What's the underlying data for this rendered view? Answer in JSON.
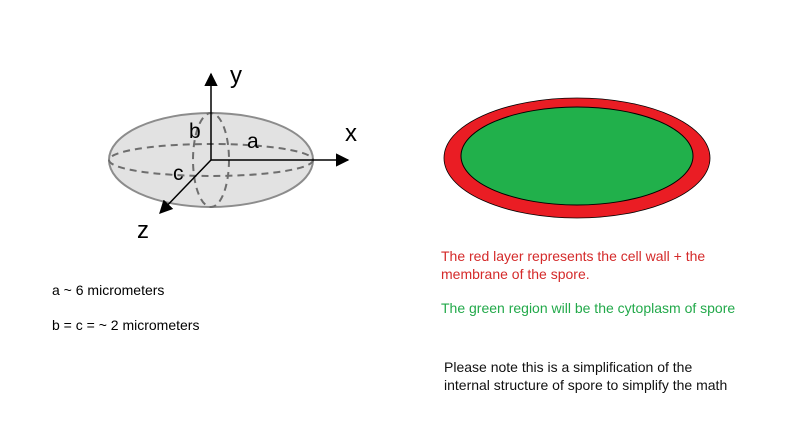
{
  "ellipsoid_figure": {
    "axis_y_label": "y",
    "axis_x_label": "x",
    "axis_z_label": "z",
    "dim_a_label": "a",
    "dim_b_label": "b",
    "dim_c_label": "c",
    "fill_color": "#e2e2e2",
    "outline_color": "#8c8c8c"
  },
  "spore_figure": {
    "outer_layer_color": "#ea1d24",
    "inner_region_color": "#21b04b",
    "outline_color": "#000000"
  },
  "measurements": {
    "a_text": "a ~ 6 micrometers",
    "bc_text": "b = c = ~  2   micrometers"
  },
  "notes": {
    "red_layer_text": "The red layer represents the cell wall + the membrane of the spore.",
    "green_region_text": "The green region will be the cytoplasm of spore",
    "simplification_text": "Please note this is a simplification of the internal structure of spore to simplify the math",
    "red_text_color": "#d42a2a",
    "green_text_color": "#22a94a"
  }
}
